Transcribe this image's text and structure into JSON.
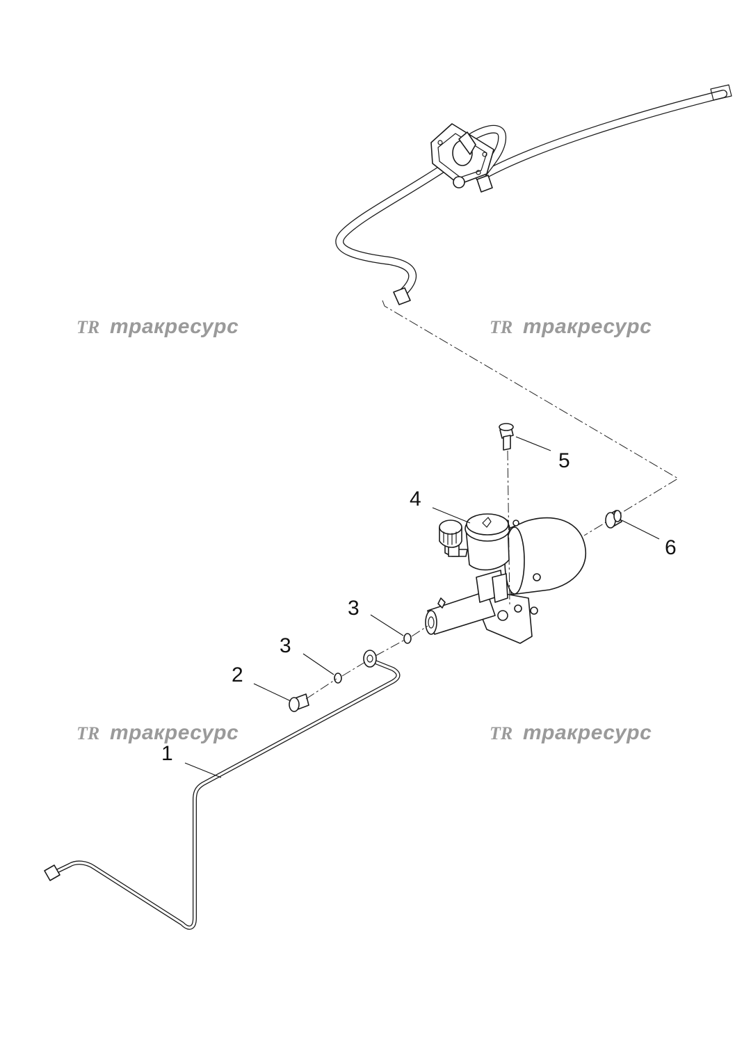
{
  "watermark": {
    "logo": "TR",
    "text": "тракресурс"
  },
  "callouts": [
    {
      "id": "1",
      "label": "1"
    },
    {
      "id": "2",
      "label": "2"
    },
    {
      "id": "3a",
      "label": "3"
    },
    {
      "id": "3b",
      "label": "3"
    },
    {
      "id": "4",
      "label": "4"
    },
    {
      "id": "5",
      "label": "5"
    },
    {
      "id": "6",
      "label": "6"
    }
  ]
}
